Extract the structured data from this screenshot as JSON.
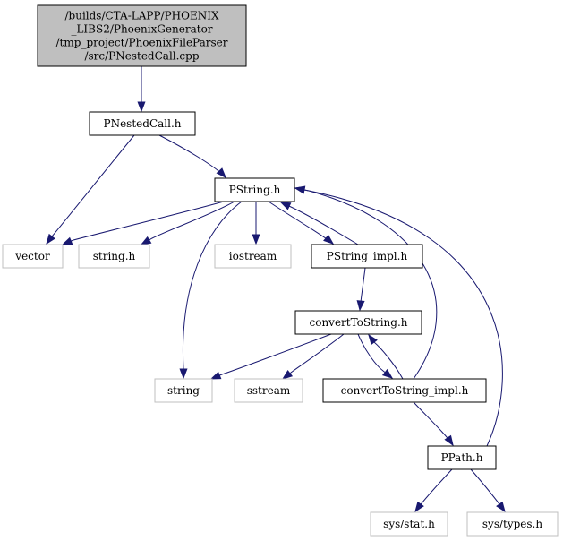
{
  "colors": {
    "root_fill": "#bfbfbf",
    "node_fill": "#ffffff",
    "documented_border": "#000000",
    "external_border": "#bfbfbf",
    "external_text": "#000000",
    "edge": "#191970"
  },
  "nodes": [
    {
      "id": "root",
      "lines": [
        "/builds/CTA-LAPP/PHOENIX",
        "_LIBS2/PhoenixGenerator",
        "/tmp_project/PhoenixFileParser",
        "/src/PNestedCall.cpp"
      ],
      "kind": "root"
    },
    {
      "id": "pnestedcall_h",
      "lines": [
        "PNestedCall.h"
      ],
      "kind": "documented"
    },
    {
      "id": "pstring_h",
      "lines": [
        "PString.h"
      ],
      "kind": "documented"
    },
    {
      "id": "vector",
      "lines": [
        "vector"
      ],
      "kind": "external"
    },
    {
      "id": "string_h",
      "lines": [
        "string.h"
      ],
      "kind": "external"
    },
    {
      "id": "iostream",
      "lines": [
        "iostream"
      ],
      "kind": "external"
    },
    {
      "id": "pstring_impl_h",
      "lines": [
        "PString_impl.h"
      ],
      "kind": "documented"
    },
    {
      "id": "converttostring_h",
      "lines": [
        "convertToString.h"
      ],
      "kind": "documented"
    },
    {
      "id": "string",
      "lines": [
        "string"
      ],
      "kind": "external"
    },
    {
      "id": "sstream",
      "lines": [
        "sstream"
      ],
      "kind": "external"
    },
    {
      "id": "converttostring_impl_h",
      "lines": [
        "convertToString_impl.h"
      ],
      "kind": "documented"
    },
    {
      "id": "ppath_h",
      "lines": [
        "PPath.h"
      ],
      "kind": "documented"
    },
    {
      "id": "sys_stat_h",
      "lines": [
        "sys/stat.h"
      ],
      "kind": "external"
    },
    {
      "id": "sys_types_h",
      "lines": [
        "sys/types.h"
      ],
      "kind": "external"
    }
  ],
  "edges": [
    {
      "from": "root",
      "to": "pnestedcall_h"
    },
    {
      "from": "pnestedcall_h",
      "to": "vector"
    },
    {
      "from": "pnestedcall_h",
      "to": "pstring_h"
    },
    {
      "from": "pstring_h",
      "to": "vector"
    },
    {
      "from": "pstring_h",
      "to": "string_h"
    },
    {
      "from": "pstring_h",
      "to": "iostream"
    },
    {
      "from": "pstring_h",
      "to": "pstring_impl_h"
    },
    {
      "from": "pstring_h",
      "to": "string"
    },
    {
      "from": "pstring_impl_h",
      "to": "pstring_h"
    },
    {
      "from": "pstring_impl_h",
      "to": "converttostring_h"
    },
    {
      "from": "converttostring_h",
      "to": "string"
    },
    {
      "from": "converttostring_h",
      "to": "sstream"
    },
    {
      "from": "converttostring_h",
      "to": "converttostring_impl_h"
    },
    {
      "from": "converttostring_impl_h",
      "to": "converttostring_h"
    },
    {
      "from": "converttostring_impl_h",
      "to": "pstring_h"
    },
    {
      "from": "converttostring_impl_h",
      "to": "ppath_h"
    },
    {
      "from": "ppath_h",
      "to": "pstring_h"
    },
    {
      "from": "ppath_h",
      "to": "sys_stat_h"
    },
    {
      "from": "ppath_h",
      "to": "sys_types_h"
    }
  ]
}
